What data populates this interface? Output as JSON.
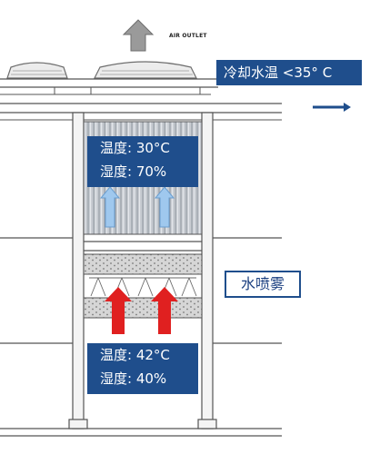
{
  "air_outlet": {
    "label": "AIR OUTLET"
  },
  "cooling_water": {
    "label": "冷却水温 <35° C"
  },
  "upper": {
    "temperature": "温度: 30°C",
    "humidity": "湿度: 70%"
  },
  "lower": {
    "temperature": "温度: 42°C",
    "humidity": "湿度: 40%"
  },
  "spray": {
    "label": "水喷雾"
  },
  "colors": {
    "label_bg": "#1f4e8c",
    "hot_arrow": "#e02020",
    "cool_arrow": "#9fc8ee",
    "outlet_arrow": "#9a9a9a",
    "outline": "#4a4a4a"
  }
}
